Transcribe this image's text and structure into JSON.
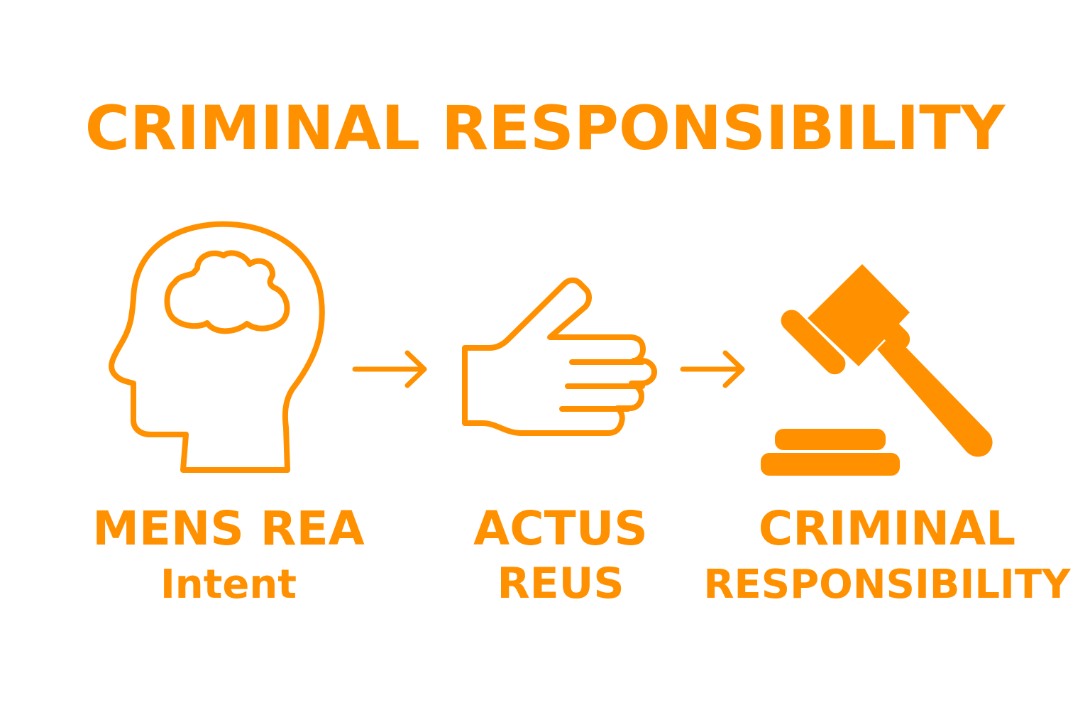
{
  "colors": {
    "accent": "#FF9000",
    "background": "#FFFFFF"
  },
  "title": "CRIMINAL RESPONSIBILITY",
  "steps": [
    {
      "icon": "head-brain-icon",
      "line1": "MENS REA",
      "line2": "Intent"
    },
    {
      "icon": "pointing-hand-icon",
      "line1": "ACTUS",
      "line2": "REUS"
    },
    {
      "icon": "gavel-icon",
      "line1": "CRIMINAL",
      "line2": "RESPONSIBILITY"
    }
  ],
  "connectors": [
    "arrow-right-icon",
    "arrow-right-icon"
  ]
}
